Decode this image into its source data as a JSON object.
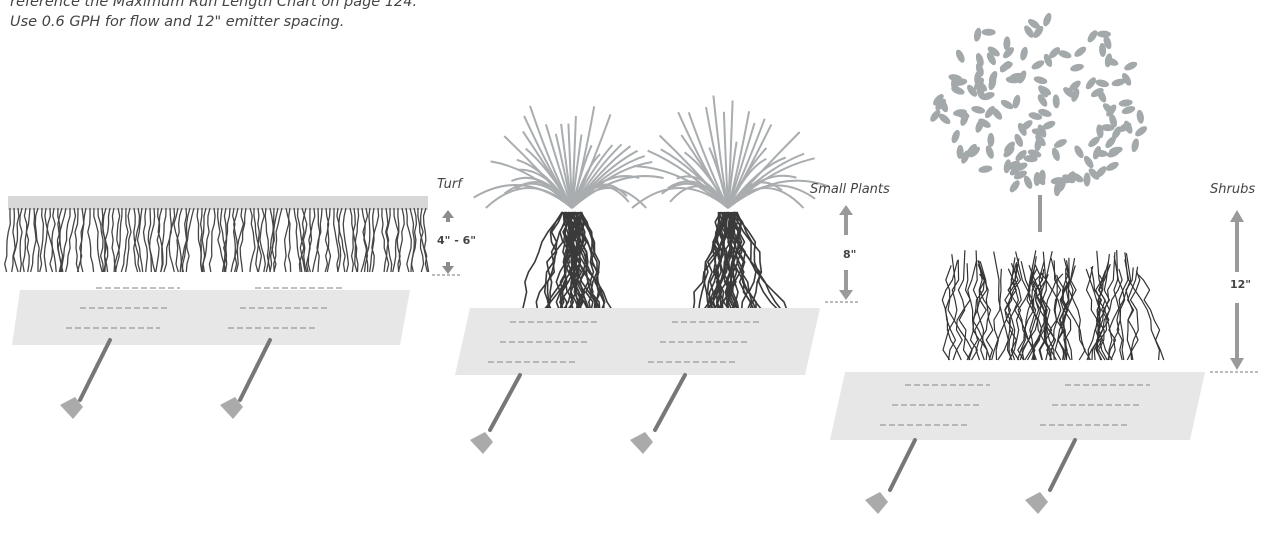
{
  "note": {
    "line1": "reference the Maximum Run Length Chart on page 124.",
    "line2": "Use 0.6 GPH for flow and 12\" emitter spacing."
  },
  "sections": [
    {
      "name": "Turf",
      "depth": "4\" - 6\""
    },
    {
      "name": "Small Plants",
      "depth": "8\""
    },
    {
      "name": "Shrubs",
      "depth": "12\""
    }
  ],
  "colors": {
    "root": "#3a3a3a",
    "foliage": "#9aa0a2",
    "soil_band": "#e7e7e7",
    "arrow": "#8c8c8c",
    "tube": "#777777"
  }
}
